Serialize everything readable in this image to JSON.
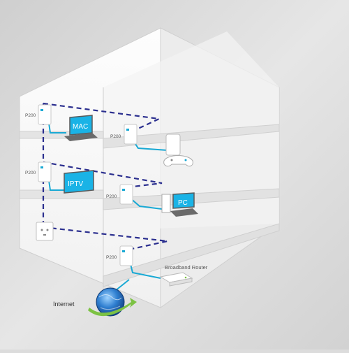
{
  "labels": {
    "adapter": "P200",
    "mac": "MAC",
    "iptv": "IPTV",
    "pc": "PC",
    "broadband_router": "Broadband Router",
    "internet": "Internet"
  },
  "colors": {
    "background": "#dcdcdc",
    "house_wall": "#f7f7f7",
    "powerline": "#2b2f8f",
    "ethernet": "#19a9d4",
    "screen": "#1ab3e6",
    "globe": "#1e5aa8",
    "arrow": "#7cc243"
  }
}
